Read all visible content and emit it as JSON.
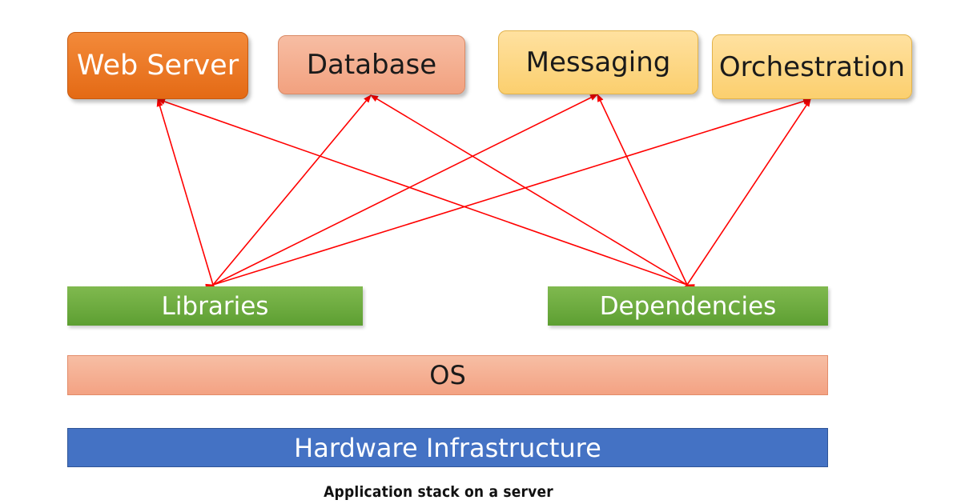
{
  "diagram": {
    "top_boxes": [
      {
        "label": "Web Server",
        "color": "#e46a15"
      },
      {
        "label": "Database",
        "color": "#f2a17f"
      },
      {
        "label": "Messaging",
        "color": "#fbcf6e"
      },
      {
        "label": "Orchestration",
        "color": "#fbcf6e"
      }
    ],
    "middle_boxes": [
      {
        "label": "Libraries",
        "color": "#6aab3e"
      },
      {
        "label": "Dependencies",
        "color": "#6aab3e"
      }
    ],
    "os": {
      "label": "OS",
      "color": "#f4a98a"
    },
    "hardware": {
      "label": "Hardware Infrastructure",
      "color": "#4472c4"
    },
    "connector_color": "#ff0000",
    "connections": [
      {
        "from": "Libraries",
        "to": "Web Server"
      },
      {
        "from": "Libraries",
        "to": "Database"
      },
      {
        "from": "Libraries",
        "to": "Messaging"
      },
      {
        "from": "Libraries",
        "to": "Orchestration"
      },
      {
        "from": "Dependencies",
        "to": "Web Server"
      },
      {
        "from": "Dependencies",
        "to": "Database"
      },
      {
        "from": "Dependencies",
        "to": "Messaging"
      },
      {
        "from": "Dependencies",
        "to": "Orchestration"
      }
    ],
    "caption": "Application stack on a server"
  }
}
